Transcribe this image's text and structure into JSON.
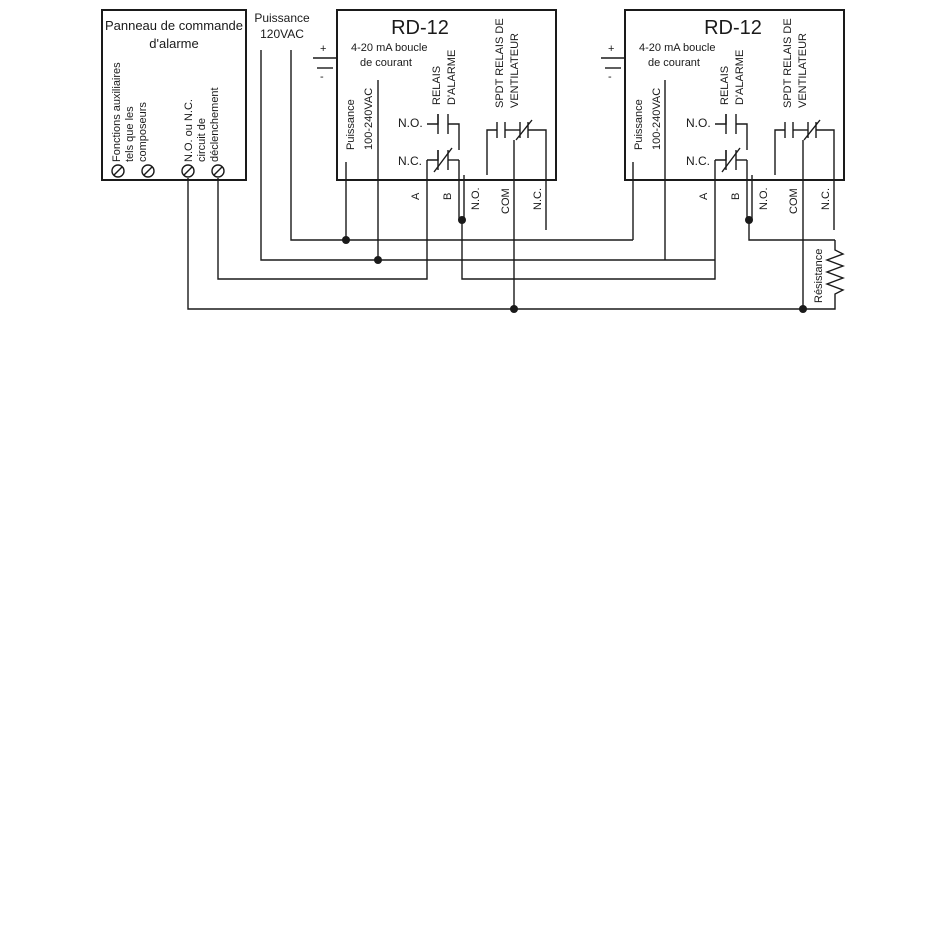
{
  "panel": {
    "title_line1": "Panneau de commande",
    "title_line2": "d'alarme",
    "aux_line1": "Fonctions auxiliaires",
    "aux_line2": "tels que les",
    "aux_line3": "composeurs",
    "trig_line1": "N.O. ou N.C.",
    "trig_line2": "circuit de",
    "trig_line3": "déclenchement"
  },
  "power": {
    "line1": "Puissance",
    "line2": "120VAC"
  },
  "units": [
    {
      "title": "RD-12",
      "plus": "+",
      "minus": "-",
      "loop_line1": "4-20 mA boucle",
      "loop_line2": "de courant",
      "power_line1": "Puissance",
      "power_line2": "100-240VAC",
      "relay_line1": "RELAIS",
      "relay_line2": "D'ALARME",
      "no_label": "N.O.",
      "nc_label": "N.C.",
      "fan_line1": "SPDT RELAIS DE",
      "fan_line2": "VENTILATEUR",
      "term_a": "A",
      "term_b": "B",
      "term_no": "N.O.",
      "term_com": "COM",
      "term_nc": "N.C."
    },
    {
      "title": "RD-12",
      "plus": "+",
      "minus": "-",
      "loop_line1": "4-20 mA boucle",
      "loop_line2": "de courant",
      "power_line1": "Puissance",
      "power_line2": "100-240VAC",
      "relay_line1": "RELAIS",
      "relay_line2": "D'ALARME",
      "no_label": "N.O.",
      "nc_label": "N.C.",
      "fan_line1": "SPDT RELAIS DE",
      "fan_line2": "VENTILATEUR",
      "term_a": "A",
      "term_b": "B",
      "term_no": "N.O.",
      "term_com": "COM",
      "term_nc": "N.C."
    }
  ],
  "resistor": {
    "label": "Résistance"
  },
  "colors": {
    "ink": "#1a1a1a",
    "background": "#ffffff"
  }
}
